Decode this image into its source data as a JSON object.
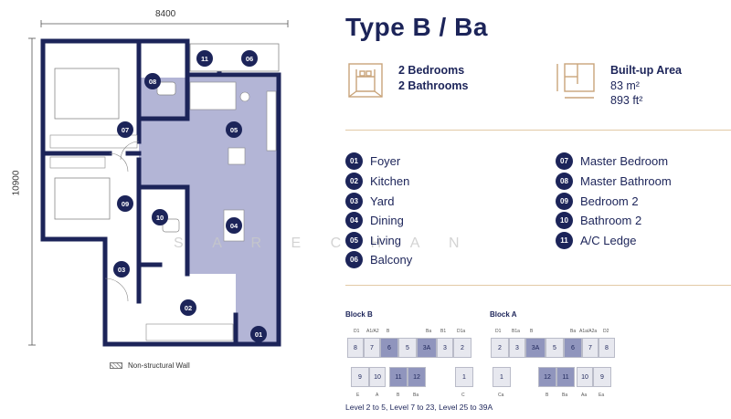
{
  "plan": {
    "width_label": "8400",
    "height_label": "10900",
    "legend_label": "Non-structural Wall",
    "markers": [
      "07",
      "08",
      "09",
      "10",
      "11",
      "06",
      "05",
      "04",
      "03",
      "02",
      "01"
    ]
  },
  "watermark": "S A R E C H A N",
  "unit": {
    "title": "Type B / Ba",
    "bedrooms": "2 Bedrooms",
    "bathrooms": "2 Bathrooms",
    "area_label": "Built-up Area",
    "area_m2": "83 m²",
    "area_ft2": "893 ft²"
  },
  "rooms_left": [
    {
      "num": "01",
      "label": "Foyer"
    },
    {
      "num": "02",
      "label": "Kitchen"
    },
    {
      "num": "03",
      "label": "Yard"
    },
    {
      "num": "04",
      "label": "Dining"
    },
    {
      "num": "05",
      "label": "Living"
    },
    {
      "num": "06",
      "label": "Balcony"
    }
  ],
  "rooms_right": [
    {
      "num": "07",
      "label": "Master Bedroom"
    },
    {
      "num": "08",
      "label": "Master Bathroom"
    },
    {
      "num": "09",
      "label": "Bedroom 2"
    },
    {
      "num": "10",
      "label": "Bathroom 2"
    },
    {
      "num": "11",
      "label": "A/C Ledge"
    }
  ],
  "block_b": {
    "title": "Block B",
    "top_codes": [
      "D1",
      "A1/A2",
      "B",
      "Ba",
      "B1",
      "D1a"
    ],
    "top_units": [
      "8",
      "7",
      "6",
      "5",
      "3A",
      "3",
      "2"
    ],
    "bottom_units": [
      "9",
      "10",
      "11",
      "12",
      "1"
    ],
    "bottom_codes": [
      "E",
      "A",
      "B",
      "Ba",
      "C"
    ]
  },
  "block_a": {
    "title": "Block A",
    "top_codes": [
      "D1",
      "B1a",
      "B",
      "Ba",
      "A1a/A2a",
      "D2"
    ],
    "top_units": [
      "2",
      "3",
      "3A",
      "5",
      "6",
      "7",
      "8"
    ],
    "bottom_units": [
      "1",
      "12",
      "11",
      "10",
      "9"
    ],
    "bottom_codes": [
      "Ca",
      "B",
      "Ba",
      "Aa",
      "Ea"
    ]
  },
  "levels": "Level 2 to 5, Level 7 to 23, Level 25 to 39A",
  "colors": {
    "navy": "#1c2459",
    "lavender": "#b3b5d6",
    "gold": "#c9a47a"
  }
}
